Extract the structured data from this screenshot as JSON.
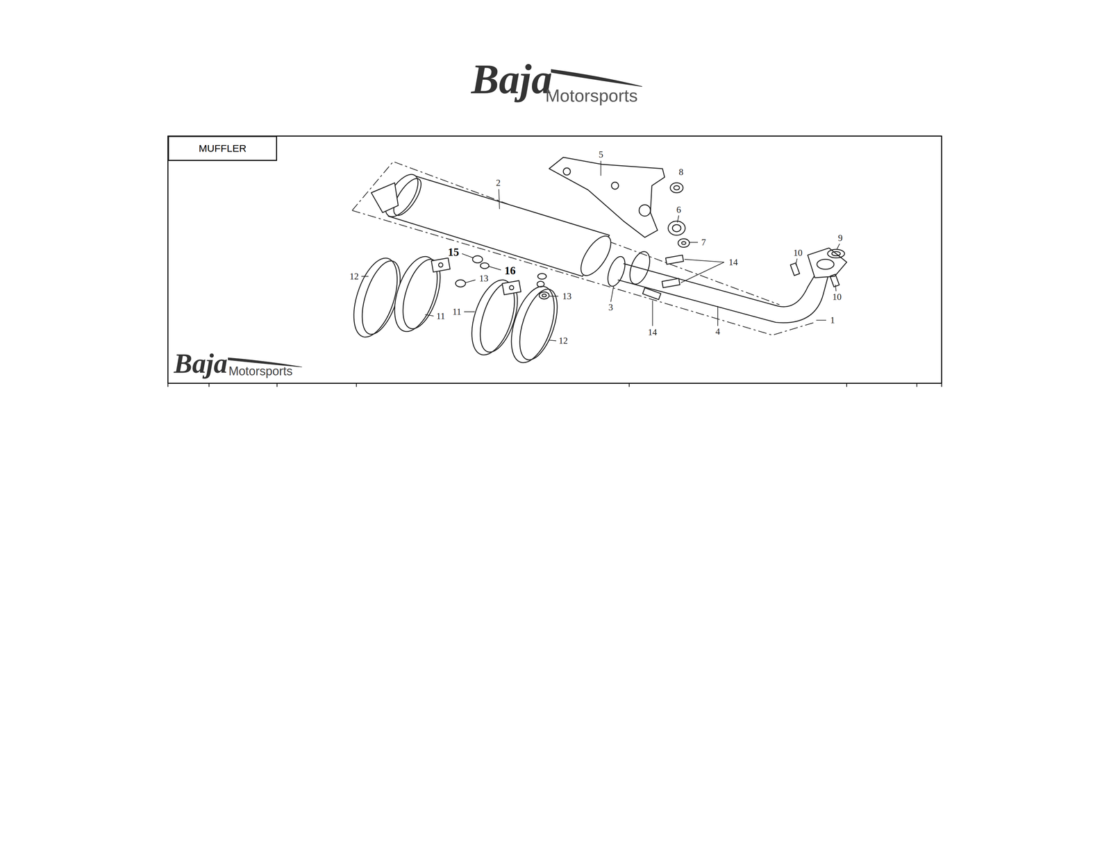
{
  "diagram": {
    "nodes": [
      {
        "text": [
          "MUFFLER"
        ]
      }
    ],
    "labels": [
      "Baja",
      "Motorsports",
      "1",
      "2",
      "3",
      "4",
      "5",
      "6",
      "7",
      "8",
      "9",
      "10",
      "10",
      "11",
      "11",
      "12",
      "12",
      "13",
      "13",
      "14",
      "14",
      "15",
      "16",
      "Baja",
      "Motorsports"
    ]
  }
}
